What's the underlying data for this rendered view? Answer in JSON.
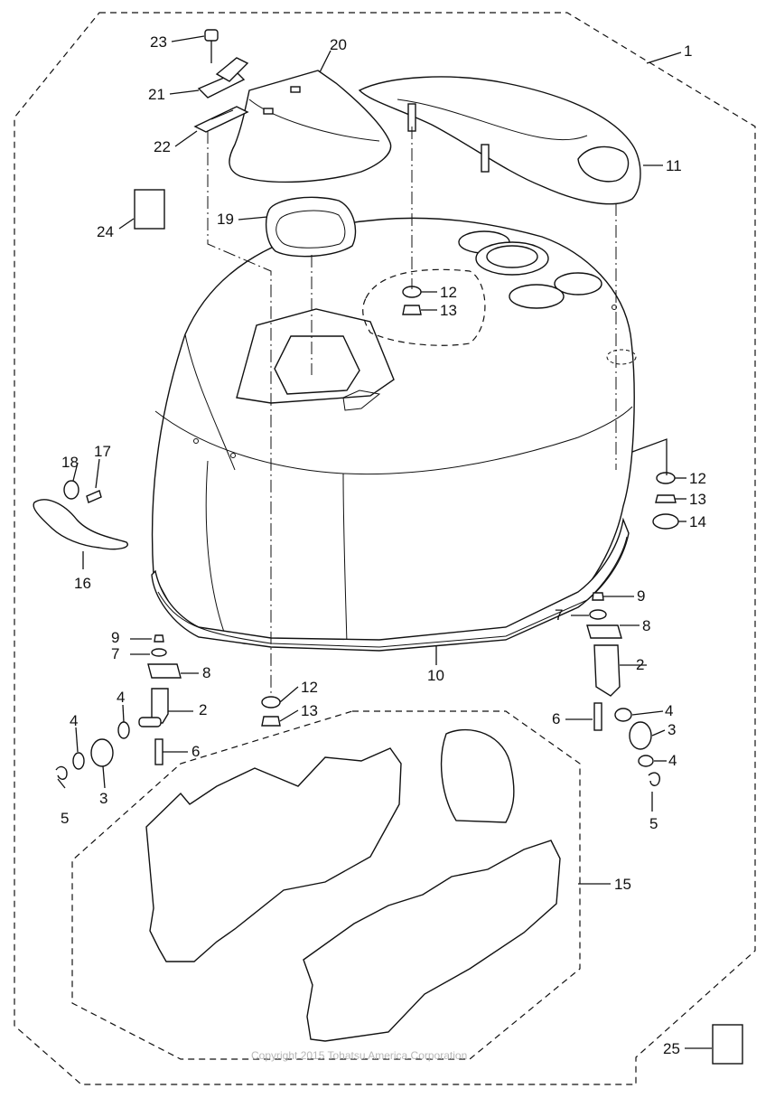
{
  "copyright": "Copyright 2015 Tohatsu America Corporation",
  "callouts": [
    {
      "id": "c1",
      "text": "1"
    },
    {
      "id": "c2a",
      "text": "2"
    },
    {
      "id": "c2b",
      "text": "2"
    },
    {
      "id": "c3a",
      "text": "3"
    },
    {
      "id": "c3b",
      "text": "3"
    },
    {
      "id": "c4a",
      "text": "4"
    },
    {
      "id": "c4b",
      "text": "4"
    },
    {
      "id": "c4c",
      "text": "4"
    },
    {
      "id": "c4d",
      "text": "4"
    },
    {
      "id": "c5a",
      "text": "5"
    },
    {
      "id": "c5b",
      "text": "5"
    },
    {
      "id": "c6a",
      "text": "6"
    },
    {
      "id": "c6b",
      "text": "6"
    },
    {
      "id": "c7a",
      "text": "7"
    },
    {
      "id": "c7b",
      "text": "7"
    },
    {
      "id": "c8a",
      "text": "8"
    },
    {
      "id": "c8b",
      "text": "8"
    },
    {
      "id": "c9a",
      "text": "9"
    },
    {
      "id": "c9b",
      "text": "9"
    },
    {
      "id": "c10",
      "text": "10"
    },
    {
      "id": "c11",
      "text": "11"
    },
    {
      "id": "c12a",
      "text": "12"
    },
    {
      "id": "c12b",
      "text": "12"
    },
    {
      "id": "c12c",
      "text": "12"
    },
    {
      "id": "c13a",
      "text": "13"
    },
    {
      "id": "c13b",
      "text": "13"
    },
    {
      "id": "c13c",
      "text": "13"
    },
    {
      "id": "c14",
      "text": "14"
    },
    {
      "id": "c15",
      "text": "15"
    },
    {
      "id": "c16",
      "text": "16"
    },
    {
      "id": "c17",
      "text": "17"
    },
    {
      "id": "c18",
      "text": "18"
    },
    {
      "id": "c19",
      "text": "19"
    },
    {
      "id": "c20",
      "text": "20"
    },
    {
      "id": "c21",
      "text": "21"
    },
    {
      "id": "c22",
      "text": "22"
    },
    {
      "id": "c23",
      "text": "23"
    },
    {
      "id": "c24",
      "text": "24"
    },
    {
      "id": "c25",
      "text": "25"
    }
  ]
}
